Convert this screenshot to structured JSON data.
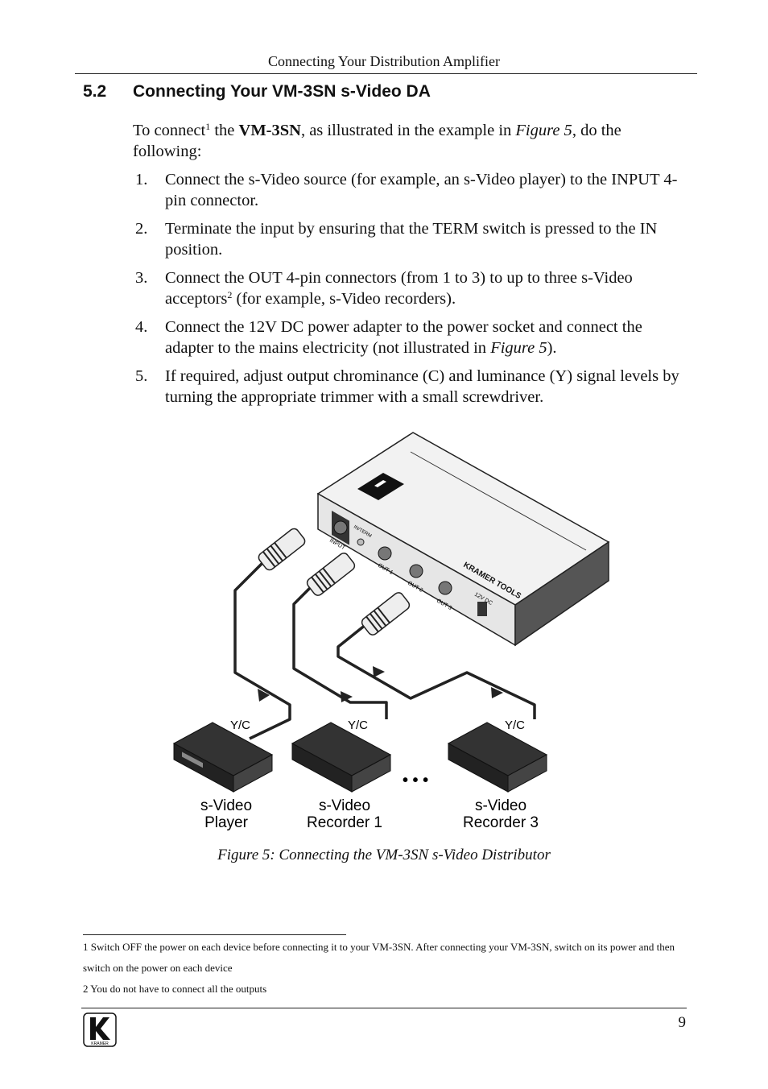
{
  "header": {
    "running_title": "Connecting Your Distribution Amplifier"
  },
  "section": {
    "number": "5.2",
    "title": "Connecting Your VM-3SN s-Video DA"
  },
  "intro": {
    "p1": "To connect",
    "sup1": "1",
    "p2": " the ",
    "product": "VM-3SN",
    "p3": ", as illustrated in the example in ",
    "figure_ref": "Figure 5",
    "p4": ", do the following:"
  },
  "steps": [
    {
      "num": "1.",
      "text": "Connect the s-Video source (for example, an s-Video player) to the INPUT 4-pin connector."
    },
    {
      "num": "2.",
      "text": "Terminate the input by ensuring that the TERM switch is pressed to the IN position."
    },
    {
      "num": "3.",
      "text_a": "Connect the OUT 4-pin connectors (from 1 to 3) to up to three s-Video acceptors",
      "sup": "2",
      "text_b": " (for example, s-Video recorders)."
    },
    {
      "num": "4.",
      "text_a": "Connect the 12V DC power adapter to the power socket and connect the adapter to the mains electricity (not illustrated in ",
      "ref": "Figure 5",
      "text_b": ")."
    },
    {
      "num": "5.",
      "text": "If required, adjust output chrominance (C) and luminance (Y) signal levels by turning the appropriate trimmer with a small screwdriver."
    }
  ],
  "figure": {
    "device": {
      "brand_label": "KRAMER TOOLS",
      "port_input": "INPUT",
      "port_term": "IN/TERM",
      "port_out1": "OUT 1",
      "port_out2": "OUT 2",
      "port_out3": "OUT 3",
      "port_power": "12V DC"
    },
    "cable_label_1": "Y/C",
    "cable_label_2": "Y/C",
    "cable_label_3": "Y/C",
    "ellipsis": "• • •",
    "devices": [
      {
        "line1": "s-Video",
        "line2": "Player"
      },
      {
        "line1": "s-Video",
        "line2": "Recorder 1"
      },
      {
        "line1": "s-Video",
        "line2": "Recorder 3"
      }
    ],
    "caption": "Figure 5: Connecting the VM-3SN s-Video Distributor"
  },
  "footnotes": [
    {
      "text": "1 Switch OFF the power on each device before connecting it to your VM-3SN. After connecting your VM-3SN, switch on its power and then switch on the power on each device"
    },
    {
      "text": "2 You do not have to connect all the outputs"
    }
  ],
  "footer": {
    "page_number": "9",
    "logo_text": "KRAMER"
  }
}
